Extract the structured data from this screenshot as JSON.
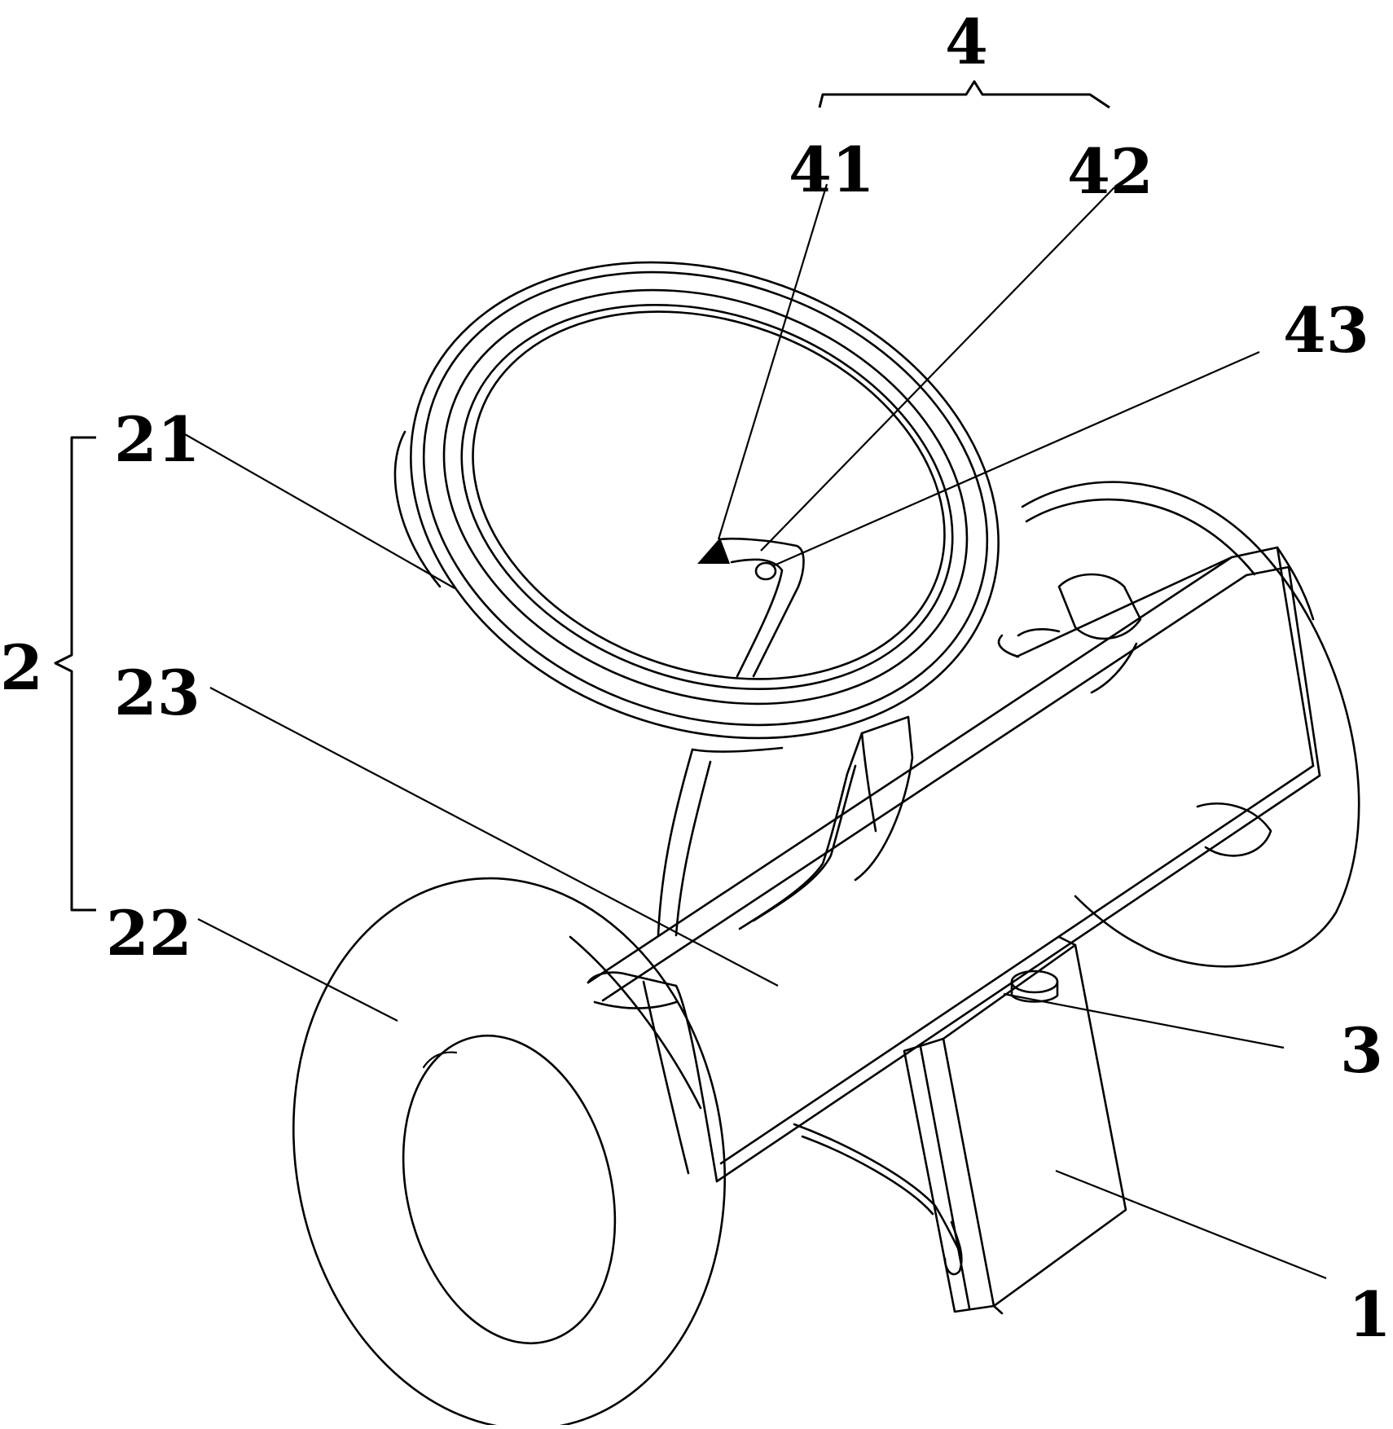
{
  "figure": {
    "labels": {
      "l4": "4",
      "l41": "41",
      "l42": "42",
      "l43": "43",
      "l2": "2",
      "l21": "21",
      "l23": "23",
      "l22": "22",
      "l3": "3",
      "l1": "1"
    },
    "colors": {
      "line": "#000000",
      "background": "#ffffff"
    }
  }
}
